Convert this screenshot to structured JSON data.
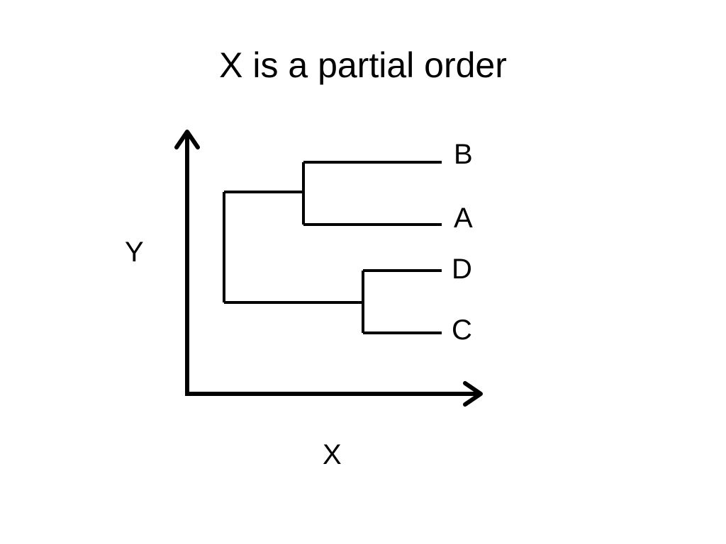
{
  "slide": {
    "title": "X is a partial order",
    "axis_y_label": "Y",
    "axis_x_label": "X"
  },
  "tree": {
    "leaves": [
      "B",
      "A",
      "D",
      "C"
    ]
  },
  "colors": {
    "line": "#000000",
    "background": "#ffffff"
  }
}
